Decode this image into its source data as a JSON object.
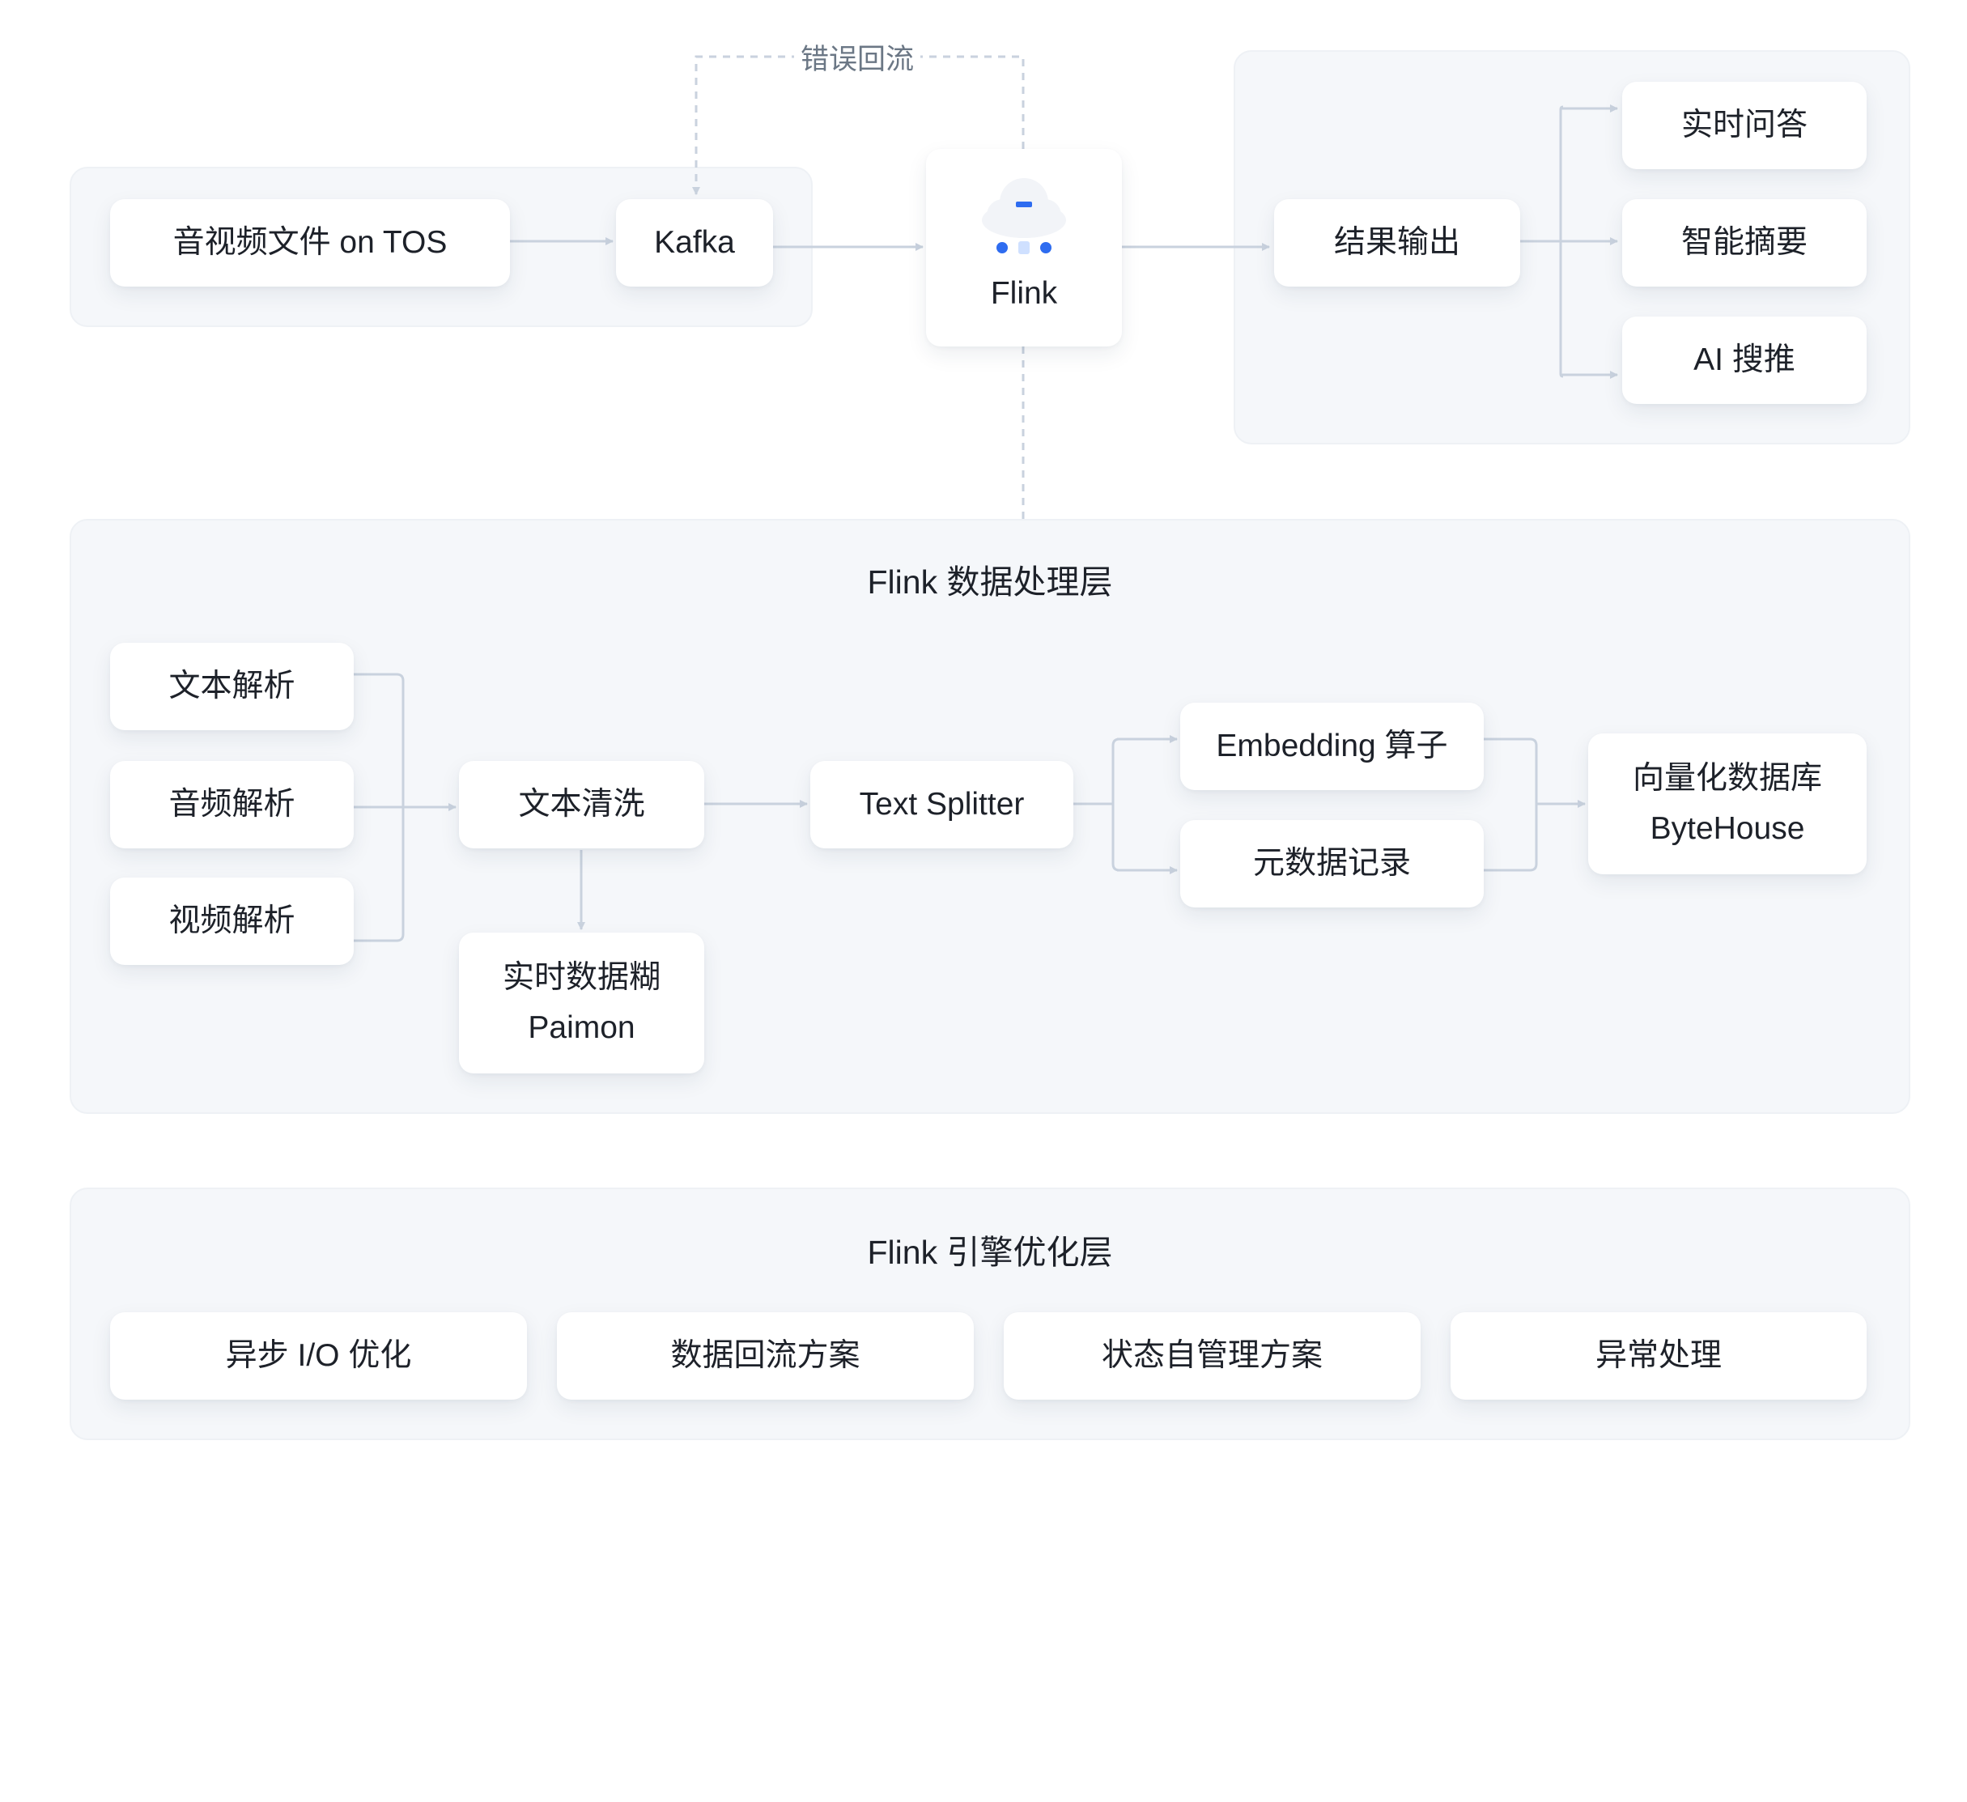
{
  "flow": {
    "source": "音视频文件 on  TOS",
    "kafka": "Kafka",
    "flink": "Flink",
    "error_loop": "错误回流",
    "result": "结果输出",
    "outputs": [
      "实时问答",
      "智能摘要",
      "AI 搜推"
    ]
  },
  "processing": {
    "title": "Flink 数据处理层",
    "parsers": [
      "文本解析",
      "音频解析",
      "视频解析"
    ],
    "clean": "文本清洗",
    "lake": [
      "实时数据糊",
      "Paimon"
    ],
    "splitter": "Text Splitter",
    "embedding": "Embedding 算子",
    "metadata": "元数据记录",
    "vector_db": [
      "向量化数据库",
      "ByteHouse"
    ]
  },
  "engine": {
    "title": "Flink 引擎优化层",
    "items": [
      "异步 I/O 优化",
      "数据回流方案",
      "状态自管理方案",
      "异常处理"
    ]
  },
  "colors": {
    "panel_bg": "#f5f7fa",
    "connector": "#c9d2de",
    "flink_blue": "#2e6cf0"
  }
}
